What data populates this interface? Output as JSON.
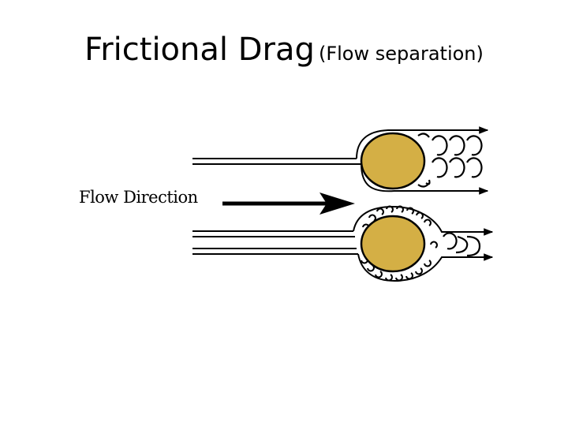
{
  "slide": {
    "title": "Frictional Drag",
    "subtitle": "(Flow separation)",
    "flow_label": "Flow Direction"
  },
  "colors": {
    "ball_fill": "#d4af45",
    "ink": "#000000",
    "background": "#ffffff"
  }
}
